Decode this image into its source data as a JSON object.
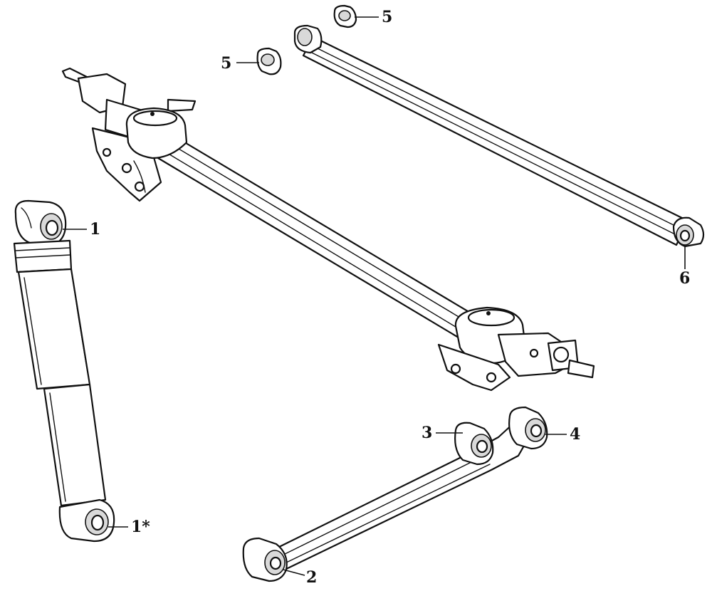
{
  "callouts": [
    {
      "id": "shock-top-bushing",
      "label": "1"
    },
    {
      "id": "shock-bottom-bushing",
      "label": "1*"
    },
    {
      "id": "trailing-arm-front-bushing",
      "label": "2"
    },
    {
      "id": "trailing-arm-rear-bushing-a",
      "label": "3"
    },
    {
      "id": "trailing-arm-rear-bushing-b",
      "label": "4"
    },
    {
      "id": "panhard-bushing-top",
      "label": "5"
    },
    {
      "id": "panhard-bushing-mid",
      "label": "5"
    },
    {
      "id": "panhard-bushing-end",
      "label": "6"
    }
  ],
  "colors": {
    "line": "#111111",
    "background": "#ffffff",
    "shade": "#d9d9d9"
  }
}
